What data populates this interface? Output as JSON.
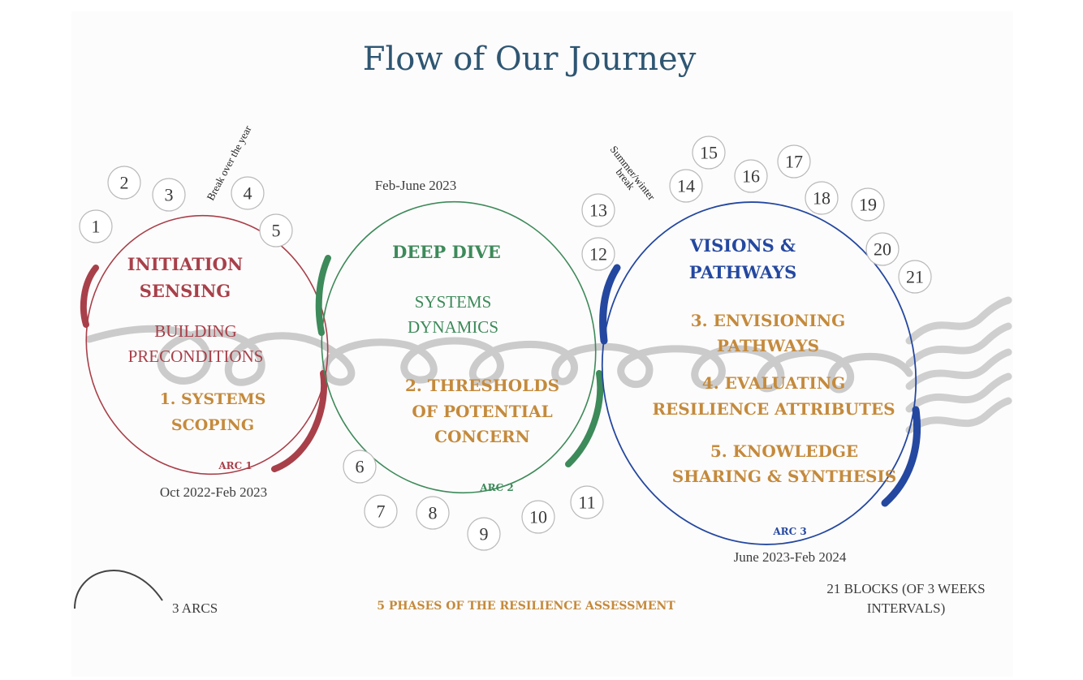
{
  "title": "Flow of Our Journey",
  "arcs": [
    {
      "label": "ARC 1",
      "date": "Oct 2022-Feb 2023",
      "color": "#a8404a",
      "heading_lines": [
        "INITIATION",
        "SENSING"
      ],
      "sub_lines": [
        "BUILDING",
        "PRECONDITIONS"
      ],
      "phase_lines": [
        "1. SYSTEMS",
        "SCOPING"
      ]
    },
    {
      "label": "ARC 2",
      "date": "Feb-June 2023",
      "color": "#3d8a5a",
      "heading_lines": [
        "DEEP DIVE"
      ],
      "sub_lines": [
        "SYSTEMS",
        "DYNAMICS"
      ],
      "phase_lines": [
        "2. THRESHOLDS",
        "OF POTENTIAL",
        "CONCERN"
      ]
    },
    {
      "label": "ARC 3",
      "date": "June 2023-Feb 2024",
      "color": "#2448a0",
      "heading_lines": [
        "VISIONS &",
        "PATHWAYS"
      ],
      "phase_groups": [
        [
          "3. ENVISIONING",
          "PATHWAYS"
        ],
        [
          "4. EVALUATING",
          "RESILIENCE ATTRIBUTES"
        ],
        [
          "5. KNOWLEDGE",
          "SHARING & SYNTHESIS"
        ]
      ]
    }
  ],
  "phase_color": "#c48a3c",
  "blocks": [
    "1",
    "2",
    "3",
    "4",
    "5",
    "6",
    "7",
    "8",
    "9",
    "10",
    "11",
    "12",
    "13",
    "14",
    "15",
    "16",
    "17",
    "18",
    "19",
    "20",
    "21"
  ],
  "breaks": {
    "first": "Break over the year",
    "second_lines": [
      "Summer/winter",
      "break"
    ]
  },
  "legend": {
    "arcs": "3 ARCS",
    "phases": "5 PHASES OF THE RESILIENCE ASSESSMENT",
    "blocks_lines": [
      "21 BLOCKS (OF 3 WEEKS",
      "INTERVALS)"
    ]
  }
}
